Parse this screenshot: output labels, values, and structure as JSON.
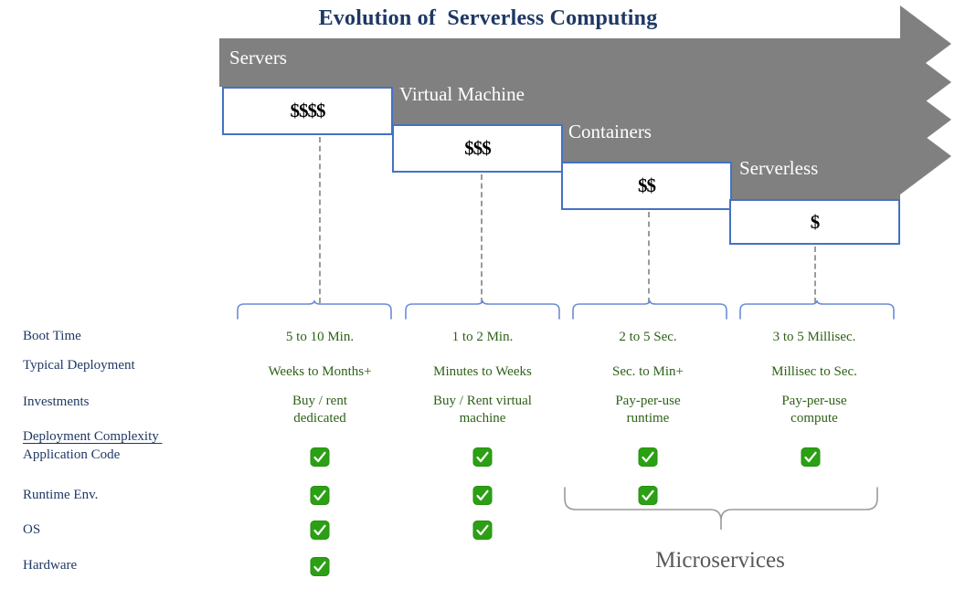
{
  "title": "Evolution of  Serverless Computing",
  "colors": {
    "title": "#1F3864",
    "arrow_gray": "#808080",
    "box_border_blue": "#4472C4",
    "brace_blue": "#6B8CD6",
    "brace_gray": "#9a9a9a",
    "value_green": "#2E6117",
    "check_green": "#2BA014",
    "dash_gray": "#9a9a9a"
  },
  "stages": [
    {
      "name": "Servers",
      "cost": "$$$$"
    },
    {
      "name": "Virtual Machine",
      "cost": "$$$"
    },
    {
      "name": "Containers",
      "cost": "$$"
    },
    {
      "name": "Serverless",
      "cost": "$"
    }
  ],
  "table": {
    "rows": [
      {
        "label": "Boot Time",
        "underline": false,
        "type": "text",
        "values": [
          "5 to 10 Min.",
          "1 to 2 Min.",
          "2 to 5 Sec.",
          "3 to 5 Millisec."
        ]
      },
      {
        "label": "Typical Deployment",
        "underline": false,
        "type": "text",
        "values": [
          "Weeks to Months+",
          "Minutes to Weeks",
          "Sec. to Min+",
          "Millisec to Sec."
        ]
      },
      {
        "label": "Investments",
        "underline": false,
        "type": "text",
        "values": [
          "Buy / rent\ndedicated",
          "Buy / Rent virtual\nmachine",
          "Pay-per-use\nruntime",
          "Pay-per-use\ncompute"
        ]
      },
      {
        "label": "Deployment Complexity ",
        "underline": true,
        "type": "header",
        "values": [
          "",
          "",
          "",
          ""
        ]
      },
      {
        "label": "Application Code",
        "underline": false,
        "type": "check",
        "values": [
          true,
          true,
          true,
          true
        ]
      },
      {
        "label": "Runtime Env.",
        "underline": false,
        "type": "check",
        "values": [
          true,
          true,
          true,
          false
        ]
      },
      {
        "label": "OS",
        "underline": false,
        "type": "check",
        "values": [
          true,
          true,
          false,
          false
        ]
      },
      {
        "label": "Hardware",
        "underline": false,
        "type": "check",
        "values": [
          true,
          false,
          false,
          false
        ]
      }
    ]
  },
  "microservices": {
    "label": "Microservices"
  },
  "icons": {
    "check": "check-mark-button"
  }
}
